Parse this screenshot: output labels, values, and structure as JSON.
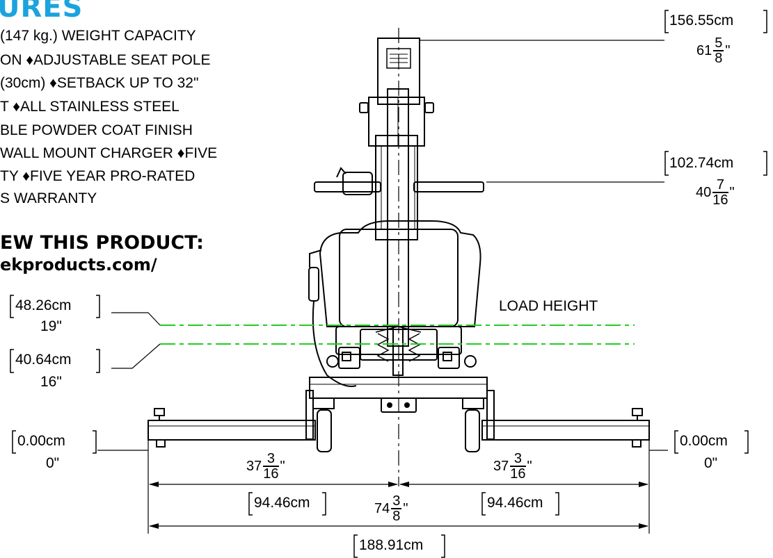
{
  "header": {
    "title": "URES"
  },
  "features": [
    "(147 kg.) WEIGHT CAPACITY",
    "ON  ♦ADJUSTABLE SEAT POLE",
    "(30cm) ♦SETBACK UP TO 32\"",
    "T   ♦ALL STAINLESS STEEL",
    "BLE POWDER COAT FINISH",
    "WALL MOUNT CHARGER  ♦FIVE",
    "TY  ♦FIVE YEAR PRO-RATED",
    "S WARRANTY"
  ],
  "view_heading": "EW THIS PRODUCT:",
  "view_url": "ekproducts.com/",
  "load_height_label": "LOAD HEIGHT",
  "dims": {
    "top_cm": "156.55cm",
    "top_in": {
      "whole": "61",
      "num": "5",
      "den": "8",
      "unit": "\""
    },
    "mid_cm": "102.74cm",
    "mid_in": {
      "whole": "40",
      "num": "7",
      "den": "16",
      "unit": "\""
    },
    "load_hi_cm": "48.26cm",
    "load_hi_in": "19\"",
    "load_lo_cm": "40.64cm",
    "load_lo_in": "16\"",
    "base_left_cm": "0.00cm",
    "base_left_in": "0\"",
    "base_right_cm": "0.00cm",
    "base_right_in": "0\"",
    "half_left_in": {
      "whole": "37",
      "num": "3",
      "den": "16",
      "unit": "\""
    },
    "half_left_cm": "94.46cm",
    "half_right_in": {
      "whole": "37",
      "num": "3",
      "den": "16",
      "unit": "\""
    },
    "half_right_cm": "94.46cm",
    "total_in": {
      "whole": "74",
      "num": "3",
      "den": "8",
      "unit": "\""
    },
    "total_cm": "188.91cm"
  },
  "colors": {
    "title": "#1ba3de",
    "load_line": "#22cc22"
  }
}
